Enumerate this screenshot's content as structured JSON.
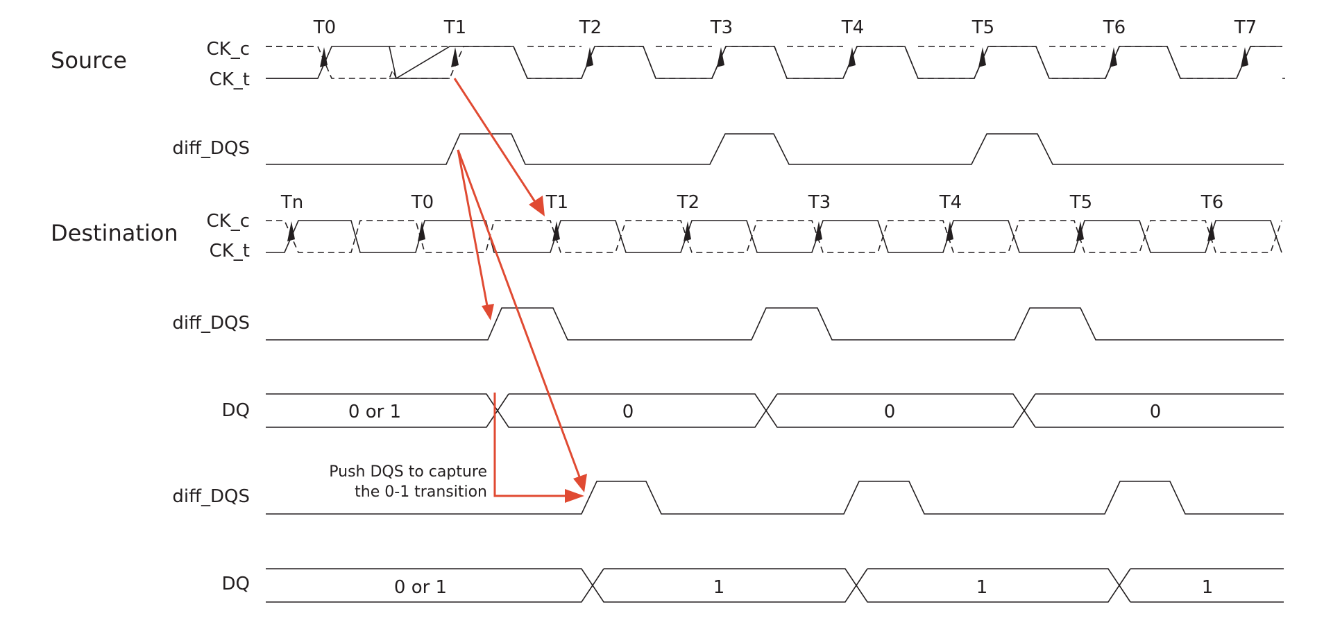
{
  "groups": {
    "source": "Source",
    "destination": "Destination"
  },
  "signal_labels": {
    "ck_c": "CK_c",
    "ck_t": "CK_t",
    "diff_dqs": "diff_DQS",
    "dq": "DQ"
  },
  "source_ticks": [
    "T0",
    "T1",
    "T2",
    "T3",
    "T4",
    "T5",
    "T6",
    "T7"
  ],
  "destination_ticks": [
    "Tn",
    "T0",
    "T1",
    "T2",
    "T3",
    "T4",
    "T5",
    "T6"
  ],
  "dq_row_1": [
    "0 or 1",
    "0",
    "0",
    "0"
  ],
  "dq_row_2": [
    "0 or 1",
    "1",
    "1",
    "1"
  ],
  "annotation": {
    "line1": "Push DQS to capture",
    "line2": "the 0-1 transition"
  },
  "colors": {
    "ink": "#231f20",
    "arrow": "#e04a32",
    "background": "#ffffff"
  }
}
